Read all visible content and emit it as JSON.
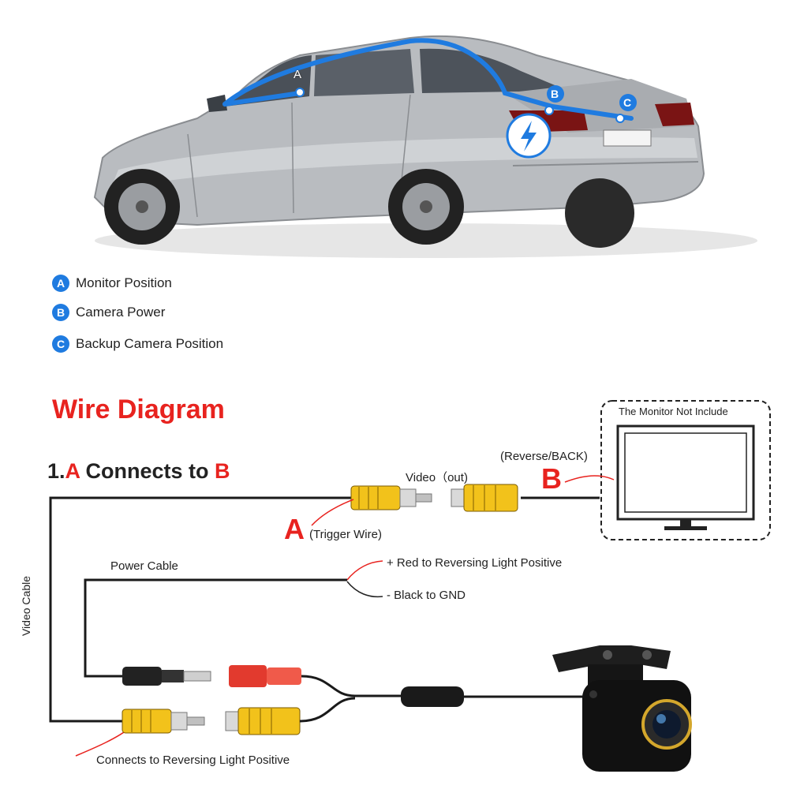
{
  "car_points": {
    "a": "A",
    "b": "B",
    "c": "C"
  },
  "legend": [
    {
      "key": "A",
      "label": "Monitor Position"
    },
    {
      "key": "B",
      "label": "Camera Power"
    },
    {
      "key": "C",
      "label": "Backup Camera Position"
    }
  ],
  "diagram": {
    "title": "Wire Diagram",
    "step_prefix": "1.",
    "step_a": "A",
    "step_middle": " Connects to ",
    "step_b": "B",
    "video_out": "Video（out)",
    "reverse_back": "(Reverse/BACK)",
    "letter_b": "B",
    "letter_a": "A",
    "trigger_wire": "(Trigger Wire)",
    "monitor_note": "The Monitor Not Include",
    "power_cable": "Power Cable",
    "red_wire": "+ Red to Reversing Light Positive",
    "black_wire": "- Black to GND",
    "video_cable": "Video Cable",
    "reversing_positive": "Connects to Reversing Light Positive"
  },
  "colors": {
    "accent_red": "#e8231f",
    "accent_blue": "#1f7be0",
    "rca_yellow": "#f2c21b",
    "dc_red": "#e23a2e",
    "car_silver": "#b9bcc0"
  }
}
